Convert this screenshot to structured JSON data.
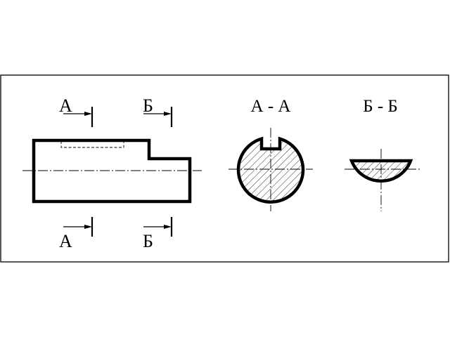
{
  "sections": {
    "top_left": "А",
    "top_right": "Б",
    "bottom_left": "А",
    "bottom_right": "Б",
    "title_a": "А - А",
    "title_b": "Б - Б"
  },
  "colors": {
    "line": "#000000",
    "background": "#ffffff"
  }
}
